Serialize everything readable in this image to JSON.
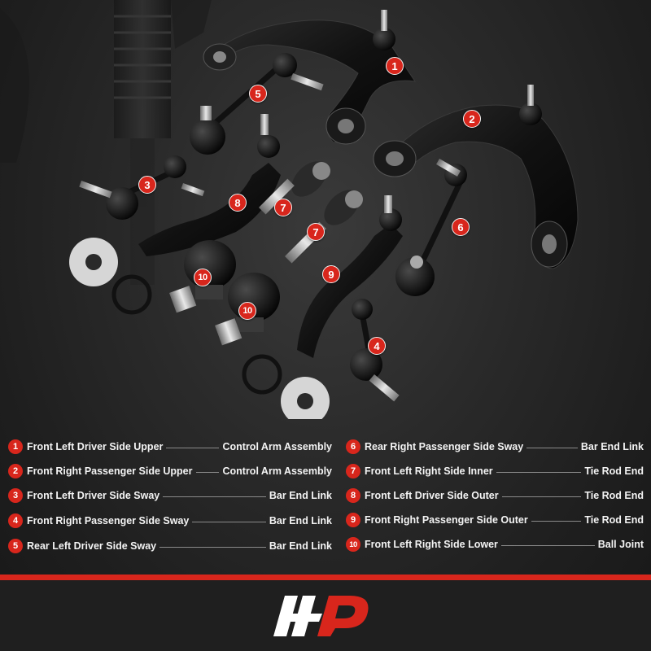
{
  "callouts": [
    "1",
    "2",
    "3",
    "4",
    "5",
    "6",
    "7",
    "7",
    "8",
    "9",
    "10",
    "10"
  ],
  "legend": {
    "left": [
      {
        "num": "1",
        "left_text": "Front Left Driver Side Upper",
        "right_text": "Control Arm Assembly"
      },
      {
        "num": "2",
        "left_text": "Front Right Passenger Side Upper",
        "right_text": "Control Arm Assembly"
      },
      {
        "num": "3",
        "left_text": "Front Left Driver Side Sway",
        "right_text": "Bar End Link"
      },
      {
        "num": "4",
        "left_text": "Front Right Passenger Side Sway",
        "right_text": "Bar End Link"
      },
      {
        "num": "5",
        "left_text": "Rear Left Driver Side Sway",
        "right_text": "Bar End Link"
      }
    ],
    "right": [
      {
        "num": "6",
        "left_text": "Rear Right Passenger Side Sway",
        "right_text": "Bar End Link"
      },
      {
        "num": "7",
        "left_text": "Front Left Right Side Inner",
        "right_text": "Tie Rod End"
      },
      {
        "num": "8",
        "left_text": "Front Left Driver Side Outer",
        "right_text": "Tie Rod End"
      },
      {
        "num": "9",
        "left_text": "Front Right Passenger Side Outer",
        "right_text": "Tie Rod End"
      },
      {
        "num": "10",
        "left_text": "Front Left Right Side Lower",
        "right_text": "Ball Joint"
      }
    ]
  },
  "colors": {
    "accent": "#d8261c",
    "background": "#1c1c1c",
    "text": "#f4f4f4"
  }
}
